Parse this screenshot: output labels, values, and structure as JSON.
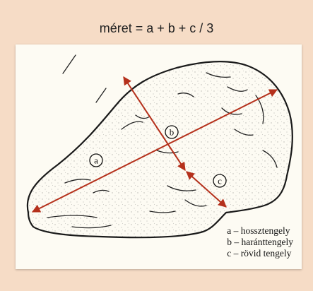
{
  "title": "méret = a + b + c / 3",
  "labels": {
    "a": "a",
    "b": "b",
    "c": "c"
  },
  "legend": [
    "a – hossztengely",
    "b –  haránttengely",
    "c – rövid tengely"
  ],
  "colors": {
    "axis": "#b5311c",
    "background": "#f6dcc6",
    "panel": "#fdfbf3"
  }
}
